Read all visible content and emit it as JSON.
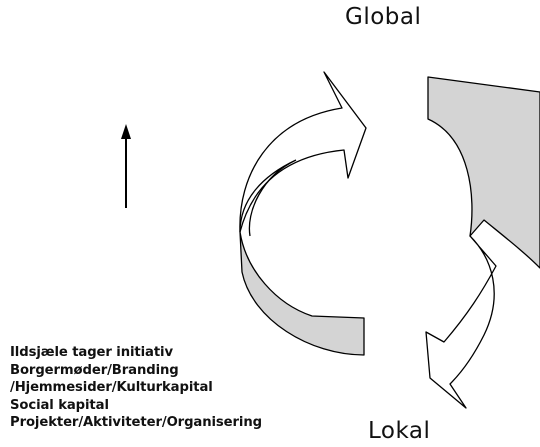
{
  "diagram": {
    "top_label": "Global",
    "bottom_label": "Lokal",
    "notes": [
      "Ildsjæle tager initiativ",
      "Borgermøder/Branding",
      "/Hjemmesider/Kulturkapital",
      "Social kapital",
      "Projekter/Aktiviteter/Organisering"
    ],
    "colors": {
      "ribbon_back": "#d4d4d4",
      "stroke": "#000000",
      "ribbon_front": "#ffffff"
    }
  }
}
